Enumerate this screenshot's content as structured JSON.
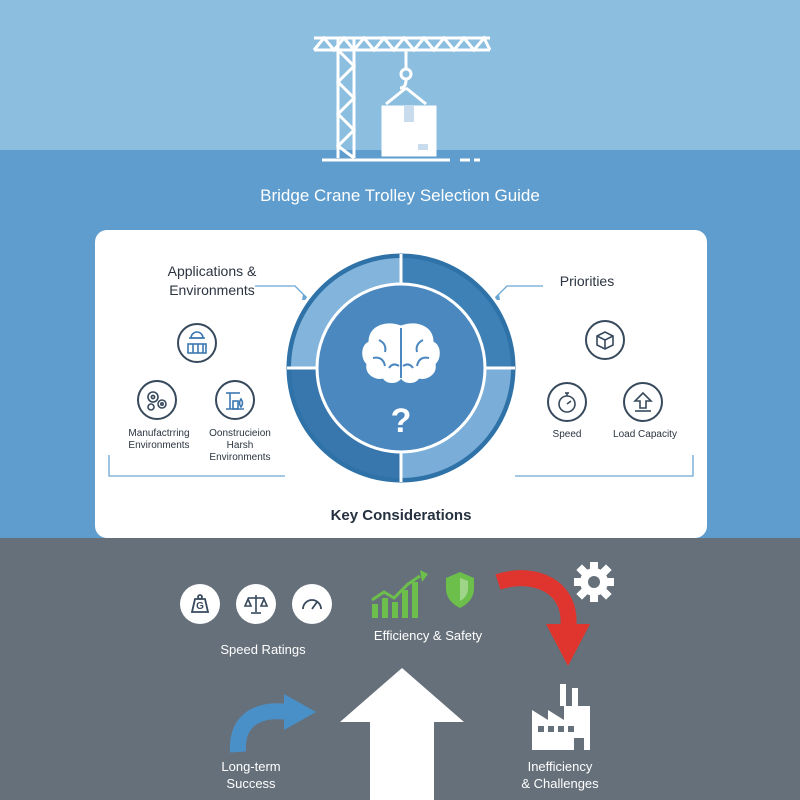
{
  "header": {
    "title": "Bridge Crane Trolley Selection Guide"
  },
  "card": {
    "applications_label": "Applications & Environments",
    "priorities_label": "Priorities",
    "key_considerations_label": "Key Considerations",
    "applications": [
      {
        "label": "Manufactrring Environments",
        "icon": "gears-icon"
      },
      {
        "label": "Oonstrucieion Harsh Environments",
        "icon": "construction-icon"
      }
    ],
    "priorities": [
      {
        "label": "Speed",
        "icon": "stopwatch-icon"
      },
      {
        "label": "Load Capacity",
        "icon": "upload-arrow-icon"
      }
    ],
    "center_symbol": "?"
  },
  "bottom": {
    "speed_ratings_label": "Speed Ratings",
    "efficiency_label": "Efficiency & Safety",
    "long_term_label_line1": "Long-term",
    "long_term_label_line2": "Success",
    "inefficiency_label_line1": "Inefficiency",
    "inefficiency_label_line2": "& Challenges",
    "weight_icon_text": "G"
  },
  "colors": {
    "top_band": "#8cbedf",
    "mid_band": "#5e9dcd",
    "bottom_band": "#66707a",
    "accent_green": "#6cbf4a",
    "accent_red": "#e0352e",
    "accent_blue": "#4a90c8"
  }
}
